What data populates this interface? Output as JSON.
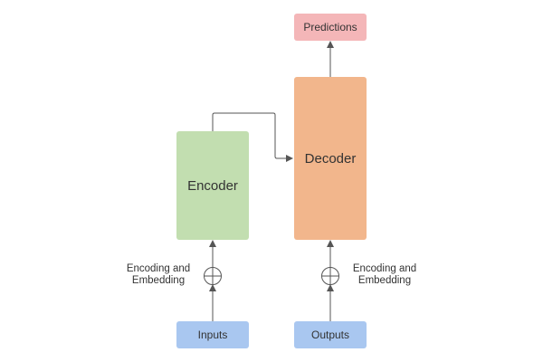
{
  "nodes": {
    "predictions": {
      "label": "Predictions",
      "fill": "#f4b6b8"
    },
    "decoder": {
      "label": "Decoder",
      "fill": "#f2b68c"
    },
    "encoder": {
      "label": "Encoder",
      "fill": "#c2deb0"
    },
    "inputs": {
      "label": "Inputs",
      "fill": "#a9c7f0"
    },
    "outputs": {
      "label": "Outputs",
      "fill": "#a9c7f0"
    }
  },
  "annotations": {
    "left_encoding": {
      "line1": "Encoding and",
      "line2": "Embedding"
    },
    "right_encoding": {
      "line1": "Encoding and",
      "line2": "Embedding"
    }
  },
  "colors": {
    "edge": "#555555"
  }
}
